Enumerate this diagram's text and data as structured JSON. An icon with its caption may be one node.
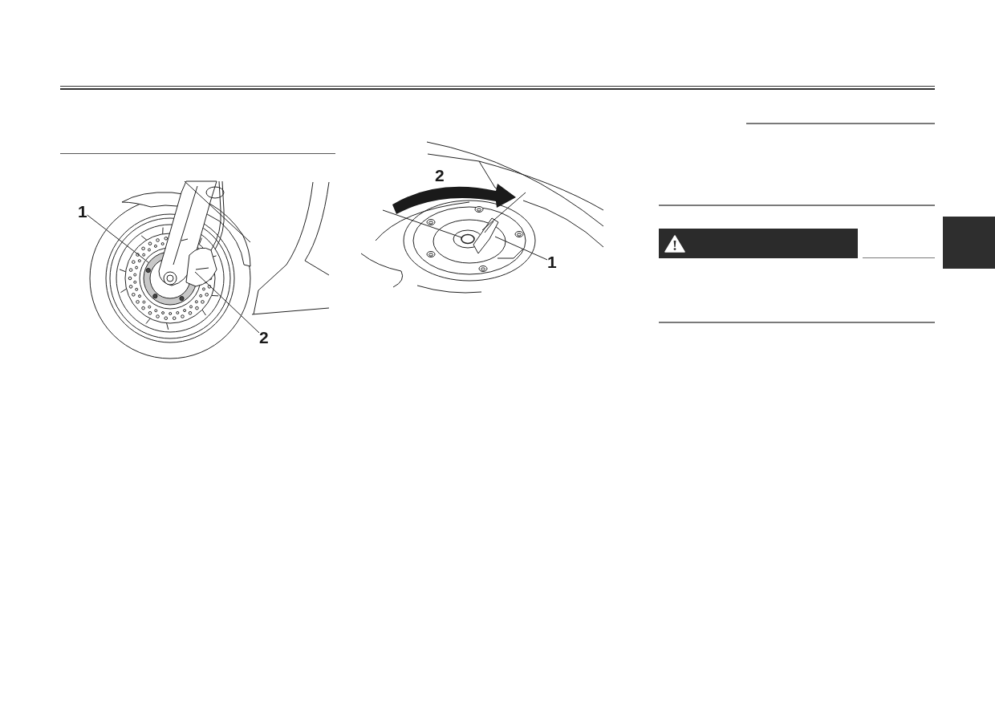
{
  "diagram": {
    "nodes": [
      {
        "text": [
          "1"
        ]
      },
      {
        "text": [
          "2"
        ]
      },
      {
        "text": [
          "1"
        ]
      }
    ],
    "edges": [
      {
        "from": 0,
        "to": null,
        "arrow": "none"
      },
      {
        "from": 1,
        "to": null,
        "arrow": "none"
      },
      {
        "from": 2,
        "to": null,
        "arrow": "none"
      }
    ],
    "labels": [
      "2"
    ]
  }
}
